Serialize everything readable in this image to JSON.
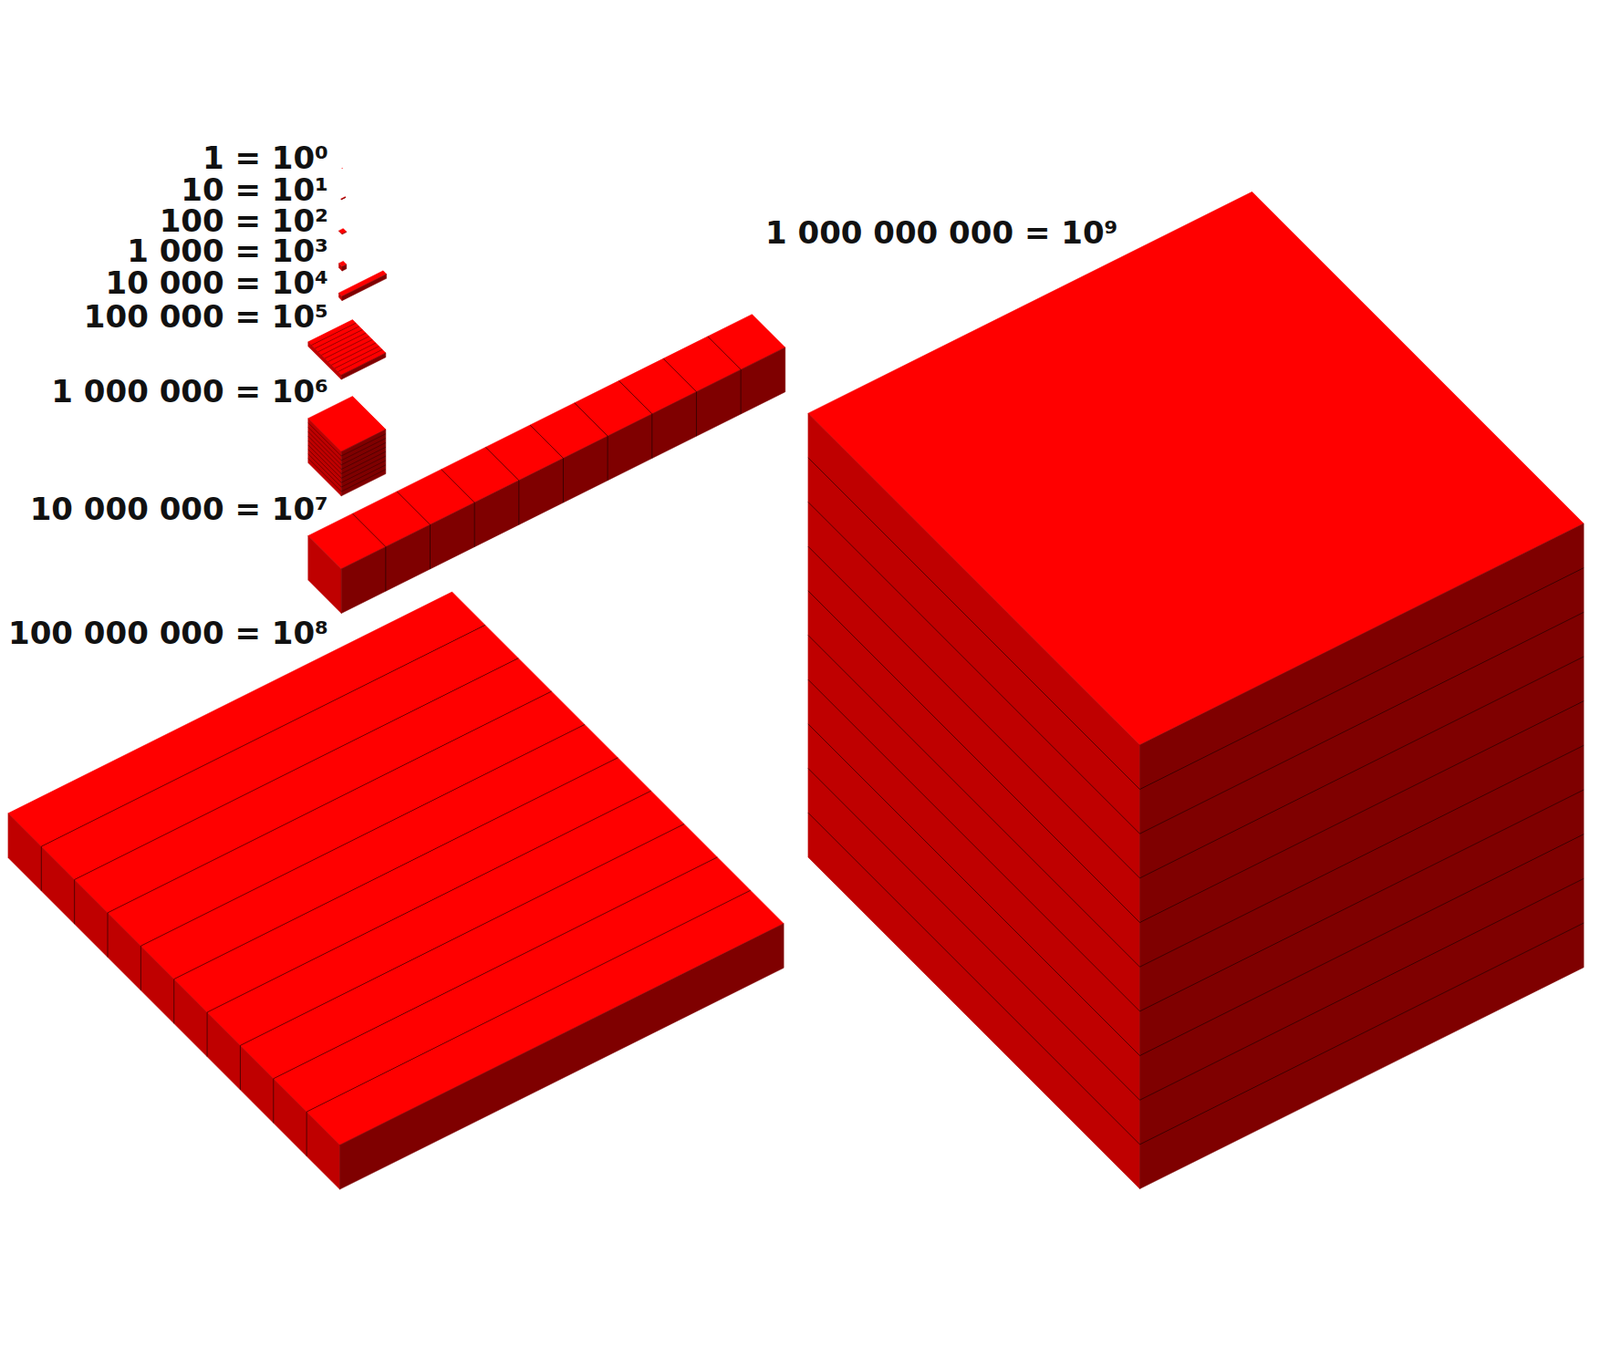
{
  "diagram": {
    "labels": [
      "1 = 10⁰",
      "10 = 10¹",
      "100 = 10²",
      "1 000 = 10³",
      "10 000 = 10⁴",
      "100 000 = 10⁵",
      "1 000 000 = 10⁶",
      "10 000 000 = 10⁷",
      "100 000 000 = 10⁸",
      "1 000 000 000 = 10⁹"
    ]
  }
}
